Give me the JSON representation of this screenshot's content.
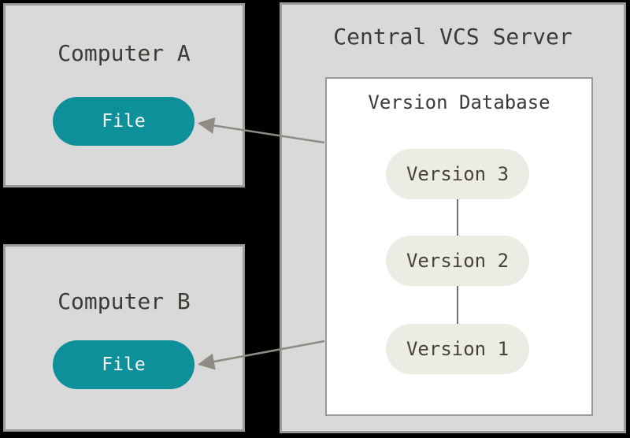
{
  "diagram": {
    "computer_a": {
      "title": "Computer A",
      "file_label": "File"
    },
    "computer_b": {
      "title": "Computer B",
      "file_label": "File"
    },
    "server": {
      "title": "Central VCS Server",
      "database": {
        "title": "Version Database",
        "versions": [
          "Version 3",
          "Version 2",
          "Version 1"
        ]
      }
    },
    "colors": {
      "background": "#000000",
      "box_fill": "#D9D9D9",
      "box_border": "#9B9B9B",
      "inner_box_fill": "#FFFFFF",
      "inner_box_border": "#999999",
      "file_pill_fill": "#0E909A",
      "file_pill_text": "#F7F6F2",
      "version_pill_fill": "#EDECE4",
      "version_pill_text": "#45413B",
      "title_text": "#3E3A35",
      "arrow": "#8F8A82",
      "connector": "#717171"
    }
  }
}
